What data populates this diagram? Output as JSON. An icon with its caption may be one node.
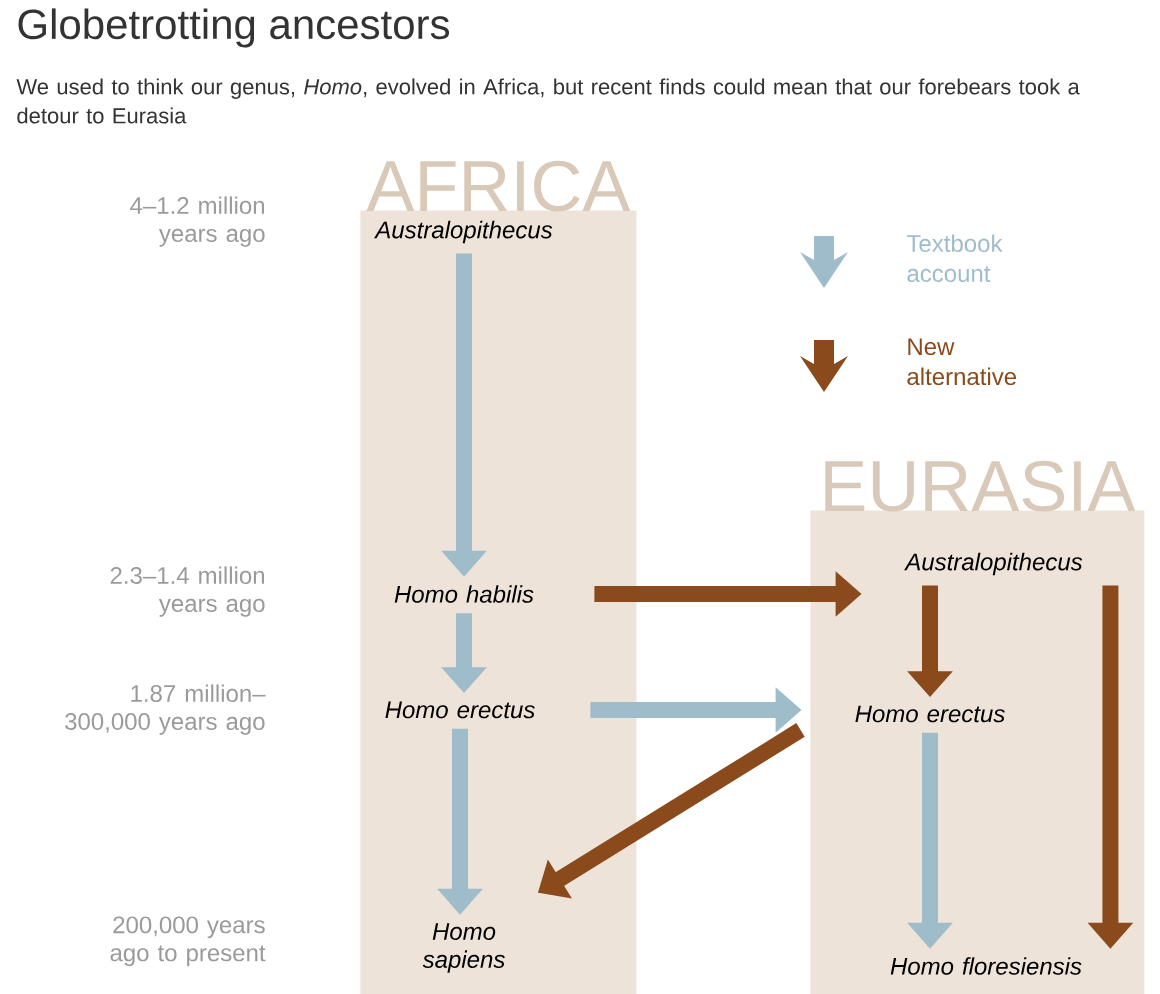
{
  "diagram": {
    "title": "Globetrotting ancestors",
    "caption": "We used to think our genus, *Homo*, evolved in Africa, but recent finds could mean that our forebears took a detour to Eurasia",
    "nodes": [
      {
        "text": [
          "AFRICA"
        ]
      },
      {
        "text": [
          "Australopithecus"
        ],
        "in": 0
      },
      {
        "text": [
          "Homo habilis"
        ],
        "in": 0
      },
      {
        "text": [
          "Homo erectus"
        ],
        "in": 0
      },
      {
        "text": [
          "Homo sapiens"
        ],
        "in": 0
      },
      {
        "text": [
          "EURASIA"
        ]
      },
      {
        "text": [
          "Australopithecus"
        ],
        "in": 5
      },
      {
        "text": [
          "Homo erectus"
        ],
        "in": 5
      },
      {
        "text": [
          "Homo floresiensis"
        ],
        "in": 5
      }
    ],
    "edges": [
      {
        "from": 1,
        "to": 2,
        "arrow": "to"
      },
      {
        "from": 2,
        "to": 3,
        "arrow": "to"
      },
      {
        "from": 3,
        "to": 4,
        "arrow": "to"
      },
      {
        "from": 3,
        "to": 7,
        "arrow": "to"
      },
      {
        "from": 7,
        "to": 8,
        "arrow": "to"
      },
      {
        "from": 2,
        "to": 6,
        "arrow": "to",
        "color": "#8b4a1c"
      },
      {
        "from": 6,
        "to": 7,
        "arrow": "to",
        "color": "#8b4a1c"
      },
      {
        "from": 6,
        "to": 8,
        "arrow": "to",
        "color": "#8b4a1c"
      },
      {
        "from": 7,
        "to": 4,
        "arrow": "to",
        "color": "#8b4a1c"
      }
    ],
    "labels": [
      "4–1.2 million years ago",
      "2.3–1.4 million years ago",
      "1.87 million–300,000 years ago",
      "200,000 years ago to present"
    ],
    "legend": [
      {
        "text": "Textbook account",
        "color": "#9fbccb"
      },
      {
        "text": "New alternative",
        "color": "#8b4a1c"
      }
    ]
  }
}
